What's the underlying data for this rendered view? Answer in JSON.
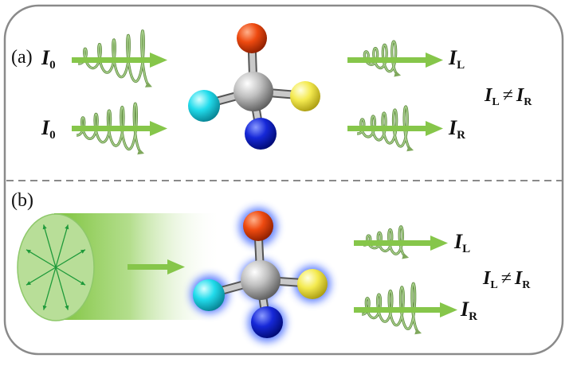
{
  "panels": [
    {
      "label": "(a)"
    },
    {
      "label": "(b)"
    }
  ],
  "panel_a": {
    "input_top": {
      "symbol": "I",
      "sub": "0"
    },
    "input_bottom": {
      "symbol": "I",
      "sub": "0"
    },
    "output_top": {
      "symbol": "I",
      "sub": "L"
    },
    "output_bottom": {
      "symbol": "I",
      "sub": "R"
    },
    "relation": {
      "left": "I",
      "left_sub": "L",
      "op": "≠",
      "right": "I",
      "right_sub": "R"
    }
  },
  "panel_b": {
    "output_top": {
      "symbol": "I",
      "sub": "L"
    },
    "output_bottom": {
      "symbol": "I",
      "sub": "R"
    },
    "relation": {
      "left": "I",
      "left_sub": "L",
      "op": "≠",
      "right": "I",
      "right_sub": "R"
    }
  },
  "colors": {
    "frame": "#8a8a8a",
    "arrow": "#86c64a",
    "helix": "#7fa85c",
    "atom_top": "#e8400a",
    "atom_left": "#20d8e8",
    "atom_right": "#f2e84a",
    "atom_bottom": "#1020d0",
    "atom_center": "#b8b8b8",
    "glow": "#6a8cff"
  }
}
